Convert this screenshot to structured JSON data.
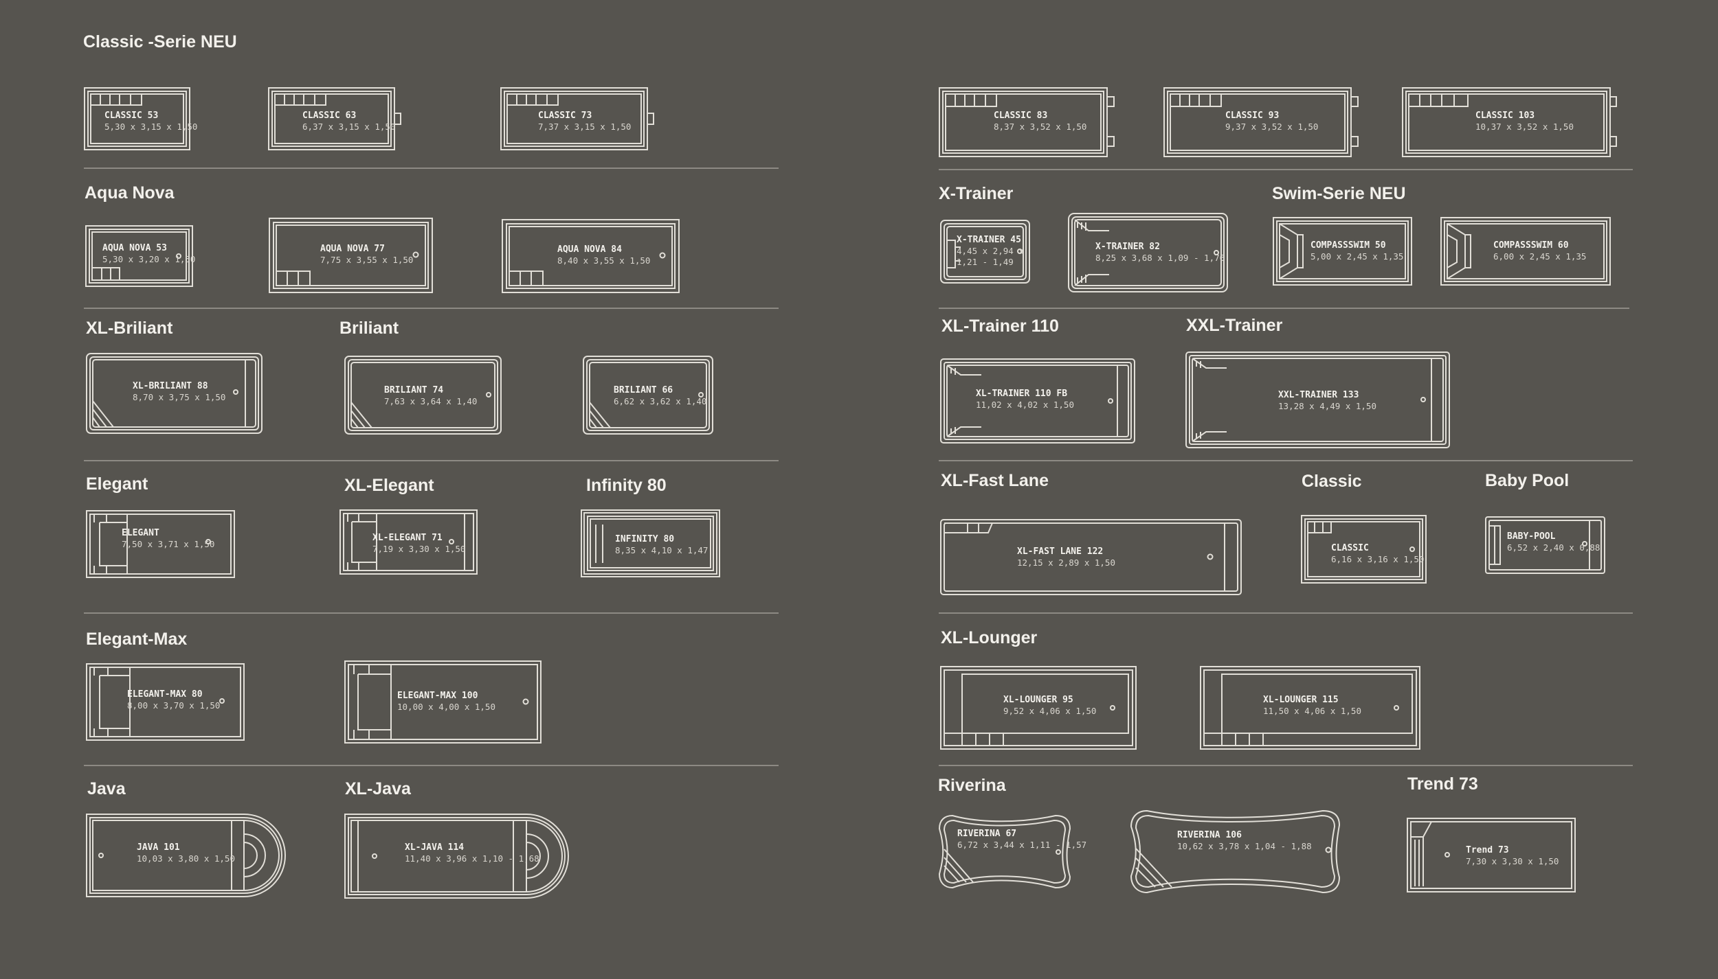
{
  "headings": {
    "classic_serie_neu": "Classic -Serie NEU",
    "aqua_nova": "Aqua Nova",
    "xl_briliant": "XL-Briliant",
    "briliant": "Briliant",
    "elegant": "Elegant",
    "xl_elegant": "XL-Elegant",
    "infinity_80": "Infinity 80",
    "elegant_max": "Elegant-Max",
    "java": "Java",
    "xl_java": "XL-Java",
    "x_trainer": "X-Trainer",
    "swim_serie_neu": "Swim-Serie NEU",
    "xl_trainer_110": "XL-Trainer 110",
    "xxl_trainer": "XXL-Trainer",
    "xl_fast_lane": "XL-Fast Lane",
    "classic": "Classic",
    "baby_pool": "Baby Pool",
    "xl_lounger": "XL-Lounger",
    "riverina": "Riverina",
    "trend_73": "Trend 73"
  },
  "pools": {
    "classic_53": {
      "name": "CLASSIC 53",
      "dims": "5,30 x 3,15 x 1,50"
    },
    "classic_63": {
      "name": "CLASSIC 63",
      "dims": "6,37 x 3,15 x 1,50"
    },
    "classic_73": {
      "name": "CLASSIC 73",
      "dims": "7,37 x 3,15 x 1,50"
    },
    "classic_83": {
      "name": "CLASSIC 83",
      "dims": "8,37 x 3,52 x 1,50"
    },
    "classic_93": {
      "name": "CLASSIC 93",
      "dims": "9,37 x 3,52 x 1,50"
    },
    "classic_103": {
      "name": "CLASSIC 103",
      "dims": "10,37 x 3,52 x 1,50"
    },
    "aqua_nova_53": {
      "name": "AQUA NOVA 53",
      "dims": "5,30 x 3,20 x 1,50"
    },
    "aqua_nova_77": {
      "name": "AQUA NOVA 77",
      "dims": "7,75 x 3,55 x 1,50"
    },
    "aqua_nova_84": {
      "name": "AQUA NOVA 84",
      "dims": "8,40 x 3,55 x 1,50"
    },
    "x_trainer_45": {
      "name": "X-TRAINER 45",
      "dims": "4,45 x 2,94 x",
      "dims2": "1,21 - 1,49"
    },
    "x_trainer_82": {
      "name": "X-TRAINER 82",
      "dims": "8,25 x 3,68  x 1,09 - 1,76"
    },
    "compassswim_50": {
      "name": "COMPASSSWIM 50",
      "dims": "5,00 x 2,45 x 1,35"
    },
    "compassswim_60": {
      "name": "COMPASSSWIM 60",
      "dims": "6,00 x 2,45 x 1,35"
    },
    "xl_briliant_88": {
      "name": "XL-BRILIANT 88",
      "dims": "8,70 x 3,75 x 1,50"
    },
    "briliant_74": {
      "name": "BRILIANT 74",
      "dims": "7,63 x 3,64 x 1,40"
    },
    "briliant_66": {
      "name": "BRILIANT 66",
      "dims": "6,62 x 3,62 x 1,40"
    },
    "xl_trainer_110_fb": {
      "name": "XL-TRAINER 110 FB",
      "dims": "11,02 x 4,02 x 1,50"
    },
    "xxl_trainer_133": {
      "name": "XXL-TRAINER 133",
      "dims": "13,28 x 4,49 x 1,50"
    },
    "elegant": {
      "name": "ELEGANT",
      "dims": "7,50 x 3,71 x 1,50"
    },
    "xl_elegant_71": {
      "name": "XL-ELEGANT 71",
      "dims": "7,19 x 3,30 x 1,50"
    },
    "infinity_80": {
      "name": "INFINITY 80",
      "dims": "8,35 x 4,10 x 1,47"
    },
    "xl_fast_lane_122": {
      "name": "XL-FAST LANE 122",
      "dims": "12,15 x 2,89 x 1,50"
    },
    "classic": {
      "name": "CLASSIC",
      "dims": "6,16 x 3,16 x 1,50"
    },
    "baby_pool": {
      "name": "BABY-POOL",
      "dims": "6,52 x 2,40 x 0,88"
    },
    "elegant_max_80": {
      "name": "ELEGANT-MAX 80",
      "dims": "8,00 x 3,70 x 1,50"
    },
    "elegant_max_100": {
      "name": "ELEGANT-MAX 100",
      "dims": "10,00 x 4,00 x 1,50"
    },
    "xl_lounger_95": {
      "name": "XL-LOUNGER 95",
      "dims": "9,52 x 4,06 x 1,50"
    },
    "xl_lounger_115": {
      "name": "XL-LOUNGER 115",
      "dims": "11,50 x 4,06 x 1,50"
    },
    "java_101": {
      "name": "JAVA 101",
      "dims": "10,03 x 3,80 x 1,50"
    },
    "xl_java_114": {
      "name": "XL-JAVA 114",
      "dims": "11,40 x 3,96 x 1,10 - 1,68"
    },
    "riverina_67": {
      "name": "RIVERINA 67",
      "dims": "6,72 x 3,44 x 1,11 - 1,57"
    },
    "riverina_106": {
      "name": "RIVERINA 106",
      "dims": "10,62 x 3,78 x 1,04 - 1,88"
    },
    "trend_73": {
      "name": "Trend 73",
      "dims": "7,30 x 3,30 x 1,50"
    }
  },
  "colors": {
    "background": "#56544f",
    "line": "#e2dfd8",
    "text": "#f3f1ec",
    "divider": "#8d8a84"
  }
}
